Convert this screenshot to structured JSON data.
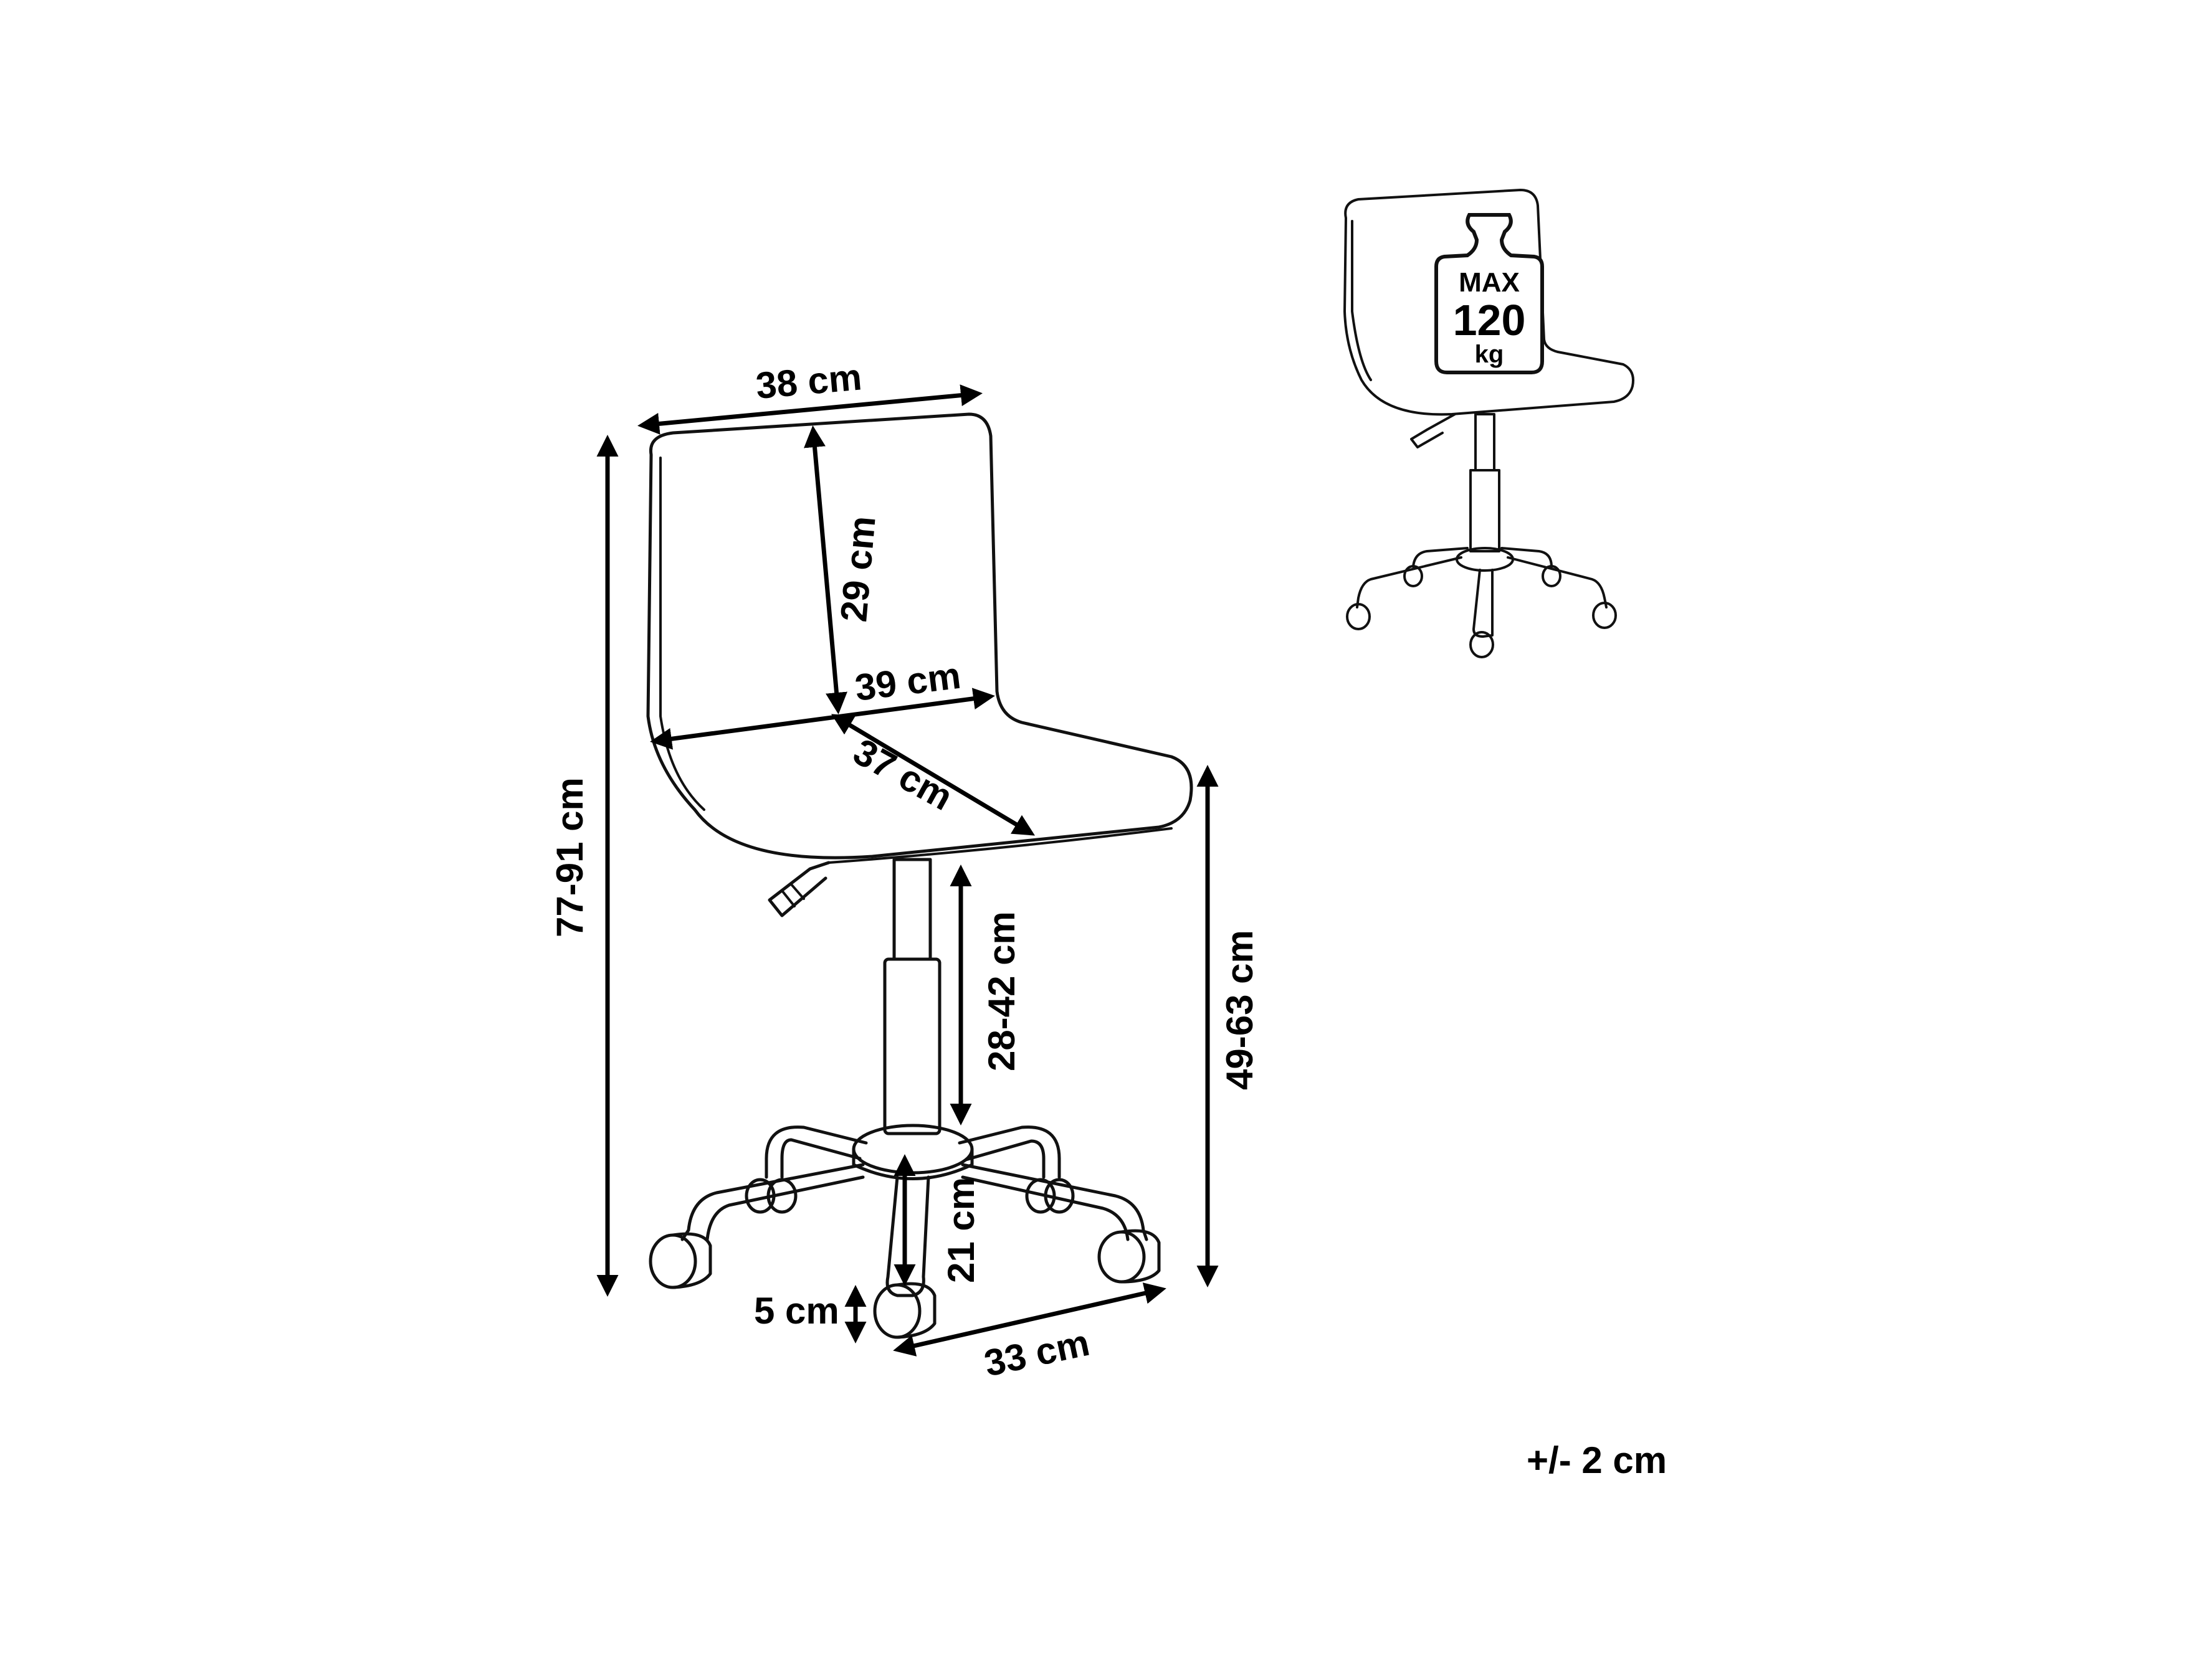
{
  "dimensions": {
    "seat_back_width": "38 cm",
    "backrest_height": "29 cm",
    "seat_width": "39 cm",
    "seat_depth": "37 cm",
    "total_height": "77-91 cm",
    "seat_height": "49-63 cm",
    "gas_lift_height": "28-42 cm",
    "base_height": "21 cm",
    "caster_height": "5 cm",
    "base_radius": "33 cm"
  },
  "max_load": {
    "line1": "MAX",
    "line2": "120",
    "line3": "kg"
  },
  "tolerance": "+/- 2 cm"
}
